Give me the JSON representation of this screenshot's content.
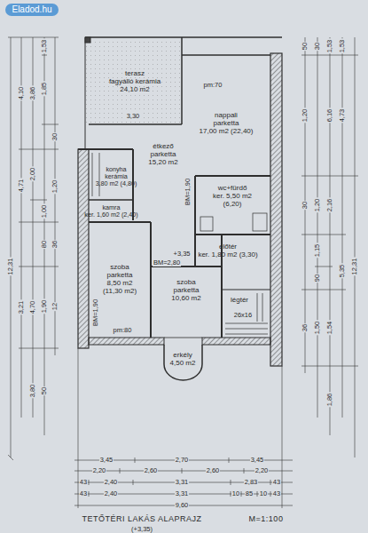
{
  "diagram": {
    "title": "TETŐTÉRI LAKÁS ALAPRAJZ",
    "nodes": [
      {
        "text": [
          "terasz",
          "fagyálló kerámia",
          "24,10 m2"
        ]
      },
      {
        "text": [
          "nappali",
          "parketta",
          "17,00 m2 (22,40)"
        ]
      },
      {
        "text": [
          "konyha",
          "kerámia",
          "3,80 m2 (4,80)"
        ]
      },
      {
        "text": [
          "étkező",
          "parketta",
          "15,20 m2"
        ]
      },
      {
        "text": [
          "wc+fürdő",
          "ker. 5,50 m2",
          "(6,20)"
        ]
      },
      {
        "text": [
          "kamra",
          "ker. 1,60 m2 (2,40)"
        ]
      },
      {
        "text": [
          "előtér",
          "ker. 1,80 m2 (3,30)"
        ]
      },
      {
        "text": [
          "szoba",
          "parketta",
          "8,50 m2",
          "(11,30 m2)"
        ]
      },
      {
        "text": [
          "szoba",
          "parketta",
          "10,60 m2"
        ]
      },
      {
        "text": [
          "légtér"
        ]
      },
      {
        "text": [
          "erkély",
          "4,50 m2"
        ]
      }
    ],
    "labels": [
      "Eladod.hu",
      "pm:70",
      "3,30",
      "BM=1,90",
      "+3,35",
      "BM=2,80",
      "BM=1,90",
      "pm:80",
      "26x16",
      "3,45",
      "2,70",
      "3,45",
      "2,20",
      "2,60",
      "2,60",
      "2,20",
      "43",
      "2,40",
      "3,31",
      "2,83",
      "43",
      "43",
      "2,40",
      "3,31",
      "10",
      "85",
      "10",
      "43",
      "9,60",
      "M=1:100",
      "(+3,35)",
      "12,31",
      "4,10",
      "4,71",
      "3,21",
      "3,86",
      "2,00",
      "4,70",
      "3,80",
      "1,53",
      "1,85",
      "1,00",
      "80",
      "1,90",
      "50",
      "30",
      "1,20",
      "36",
      "12",
      "12,31",
      "1,53",
      "4,73",
      "5,35",
      "1,53",
      "6,16",
      "2,16",
      "1,54",
      "1,86",
      "30",
      "1,20",
      "1,15",
      "90",
      "1,50",
      "50",
      "1,20",
      "30",
      "36"
    ]
  }
}
